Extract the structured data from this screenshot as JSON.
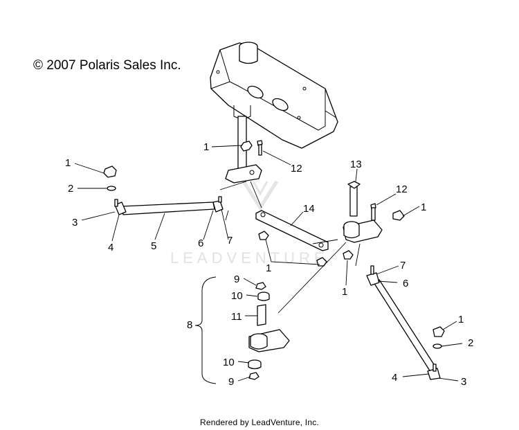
{
  "copyright": "© 2007 Polaris Sales Inc.",
  "footer": "Rendered by LeadVenture, Inc.",
  "watermark": "LEADVENTURE",
  "callouts": {
    "c1a": "1",
    "c12a": "12",
    "c1b": "1",
    "c2a": "2",
    "c3a": "3",
    "c4a": "4",
    "c5": "5",
    "c6a": "6",
    "c7a": "7",
    "c14": "14",
    "c13": "13",
    "c12b": "12",
    "c1c": "1",
    "c1d": "1",
    "c1e": "1",
    "c7b": "7",
    "c6b": "6",
    "c9a": "9",
    "c10a": "10",
    "c8": "8",
    "c11": "11",
    "c10b": "10",
    "c9b": "9",
    "c1f": "1",
    "c2b": "2",
    "c4b": "4",
    "c3b": "3"
  }
}
